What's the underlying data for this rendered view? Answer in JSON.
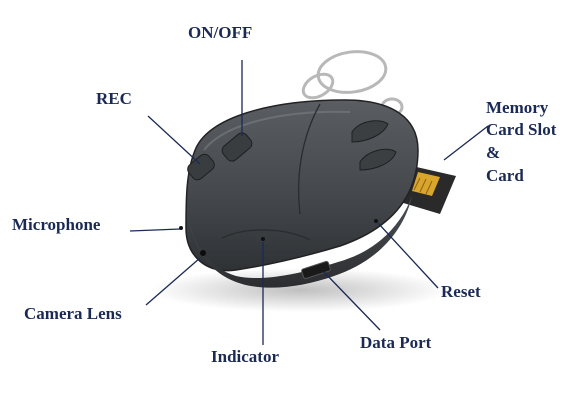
{
  "labels": {
    "on_off": "ON/OFF",
    "rec": "REC",
    "memory_line1": "Memory",
    "memory_line2": "Card Slot",
    "memory_line3": "&",
    "memory_line4": "Card",
    "microphone": "Microphone",
    "camera_lens": "Camera Lens",
    "indicator": "Indicator",
    "data_port": "Data Port",
    "reset": "Reset"
  },
  "colors": {
    "label_text": "#1a2a55",
    "leader_line": "#1a2a55",
    "device_body": "#45484c",
    "device_dark": "#2c2e31",
    "keyring": "#b8b8b8",
    "card_gold": "#d9a52c"
  }
}
